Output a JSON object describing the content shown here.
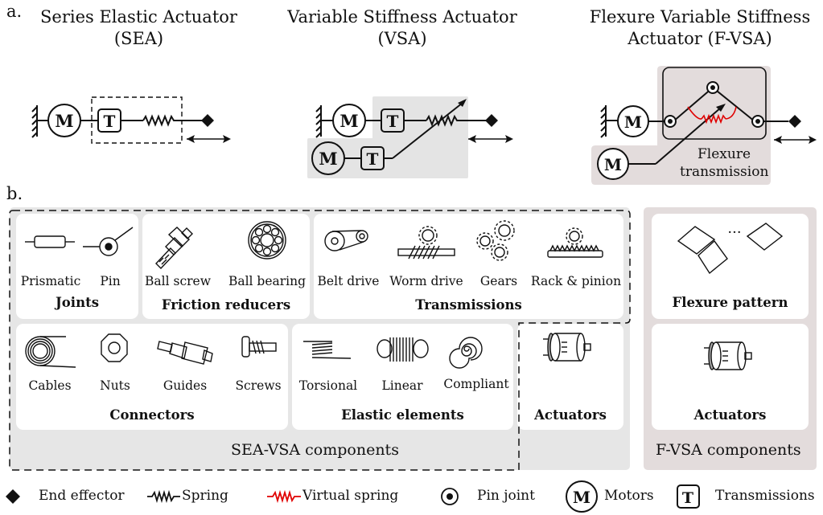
{
  "panel_a": {
    "letter": "a.",
    "diagrams": [
      {
        "id": "sea",
        "title_line1": "Series Elastic Actuator",
        "title_line2": "(SEA)",
        "motor_symbol": "M",
        "transmission_symbol": "T"
      },
      {
        "id": "vsa",
        "title_line1": "Variable Stiffness Actuator",
        "title_line2": "(VSA)",
        "motor_symbol": "M",
        "transmission_symbol": "T"
      },
      {
        "id": "fvsa",
        "title_line1": "Flexure Variable Stiffness",
        "title_line2": "Actuator (F-VSA)",
        "motor_symbol": "M",
        "flexure_label_line1": "Flexure",
        "flexure_label_line2": "transmission"
      }
    ]
  },
  "panel_b": {
    "letter": "b.",
    "sea_vsa_group": {
      "label": "SEA-VSA components",
      "categories": [
        {
          "name": "Joints",
          "items": [
            {
              "label": "Prismatic",
              "icon": "prismatic-joint-icon"
            },
            {
              "label": "Pin",
              "icon": "pin-joint-icon"
            }
          ]
        },
        {
          "name": "Friction reducers",
          "items": [
            {
              "label": "Ball screw",
              "icon": "ball-screw-icon"
            },
            {
              "label": "Ball bearing",
              "icon": "ball-bearing-icon"
            }
          ]
        },
        {
          "name": "Transmissions",
          "items": [
            {
              "label": "Belt drive",
              "icon": "belt-drive-icon"
            },
            {
              "label": "Worm drive",
              "icon": "worm-drive-icon"
            },
            {
              "label": "Gears",
              "icon": "gears-icon"
            },
            {
              "label": "Rack & pinion",
              "icon": "rack-pinion-icon"
            }
          ]
        },
        {
          "name": "Connectors",
          "items": [
            {
              "label": "Cables",
              "icon": "cable-icon"
            },
            {
              "label": "Nuts",
              "icon": "nut-icon"
            },
            {
              "label": "Guides",
              "icon": "guide-icon"
            },
            {
              "label": "Screws",
              "icon": "screw-icon"
            }
          ]
        },
        {
          "name": "Elastic elements",
          "items": [
            {
              "label": "Torsional",
              "icon": "torsional-spring-icon"
            },
            {
              "label": "Linear",
              "icon": "linear-spring-icon"
            },
            {
              "label": "Compliant",
              "icon": "compliant-spring-icon"
            }
          ]
        },
        {
          "name": "Actuators",
          "items": [
            {
              "label": "",
              "icon": "motor-icon"
            }
          ]
        }
      ]
    },
    "fvsa_group": {
      "label": "F-VSA components",
      "categories": [
        {
          "name": "Flexure pattern",
          "icon": "flexure-pattern-icon",
          "ellipsis": "···"
        },
        {
          "name": "Actuators",
          "icon": "motor-icon"
        }
      ]
    }
  },
  "legend": [
    {
      "label": "End effector",
      "icon": "end-effector-icon"
    },
    {
      "label": "Spring",
      "icon": "spring-icon"
    },
    {
      "label": "Virtual spring",
      "icon": "virtual-spring-icon"
    },
    {
      "label": "Pin joint",
      "icon": "pin-joint-icon"
    },
    {
      "label": "Motors",
      "icon": "motor-icon",
      "symbol": "M"
    },
    {
      "label": "Transmissions",
      "icon": "transmission-icon",
      "symbol": "T"
    }
  ],
  "colors": {
    "sea_vsa_bg": "#e6e6e6",
    "fvsa_bg": "#e3dcdc",
    "virtual_spring": "#e00000",
    "ink": "#111111"
  }
}
